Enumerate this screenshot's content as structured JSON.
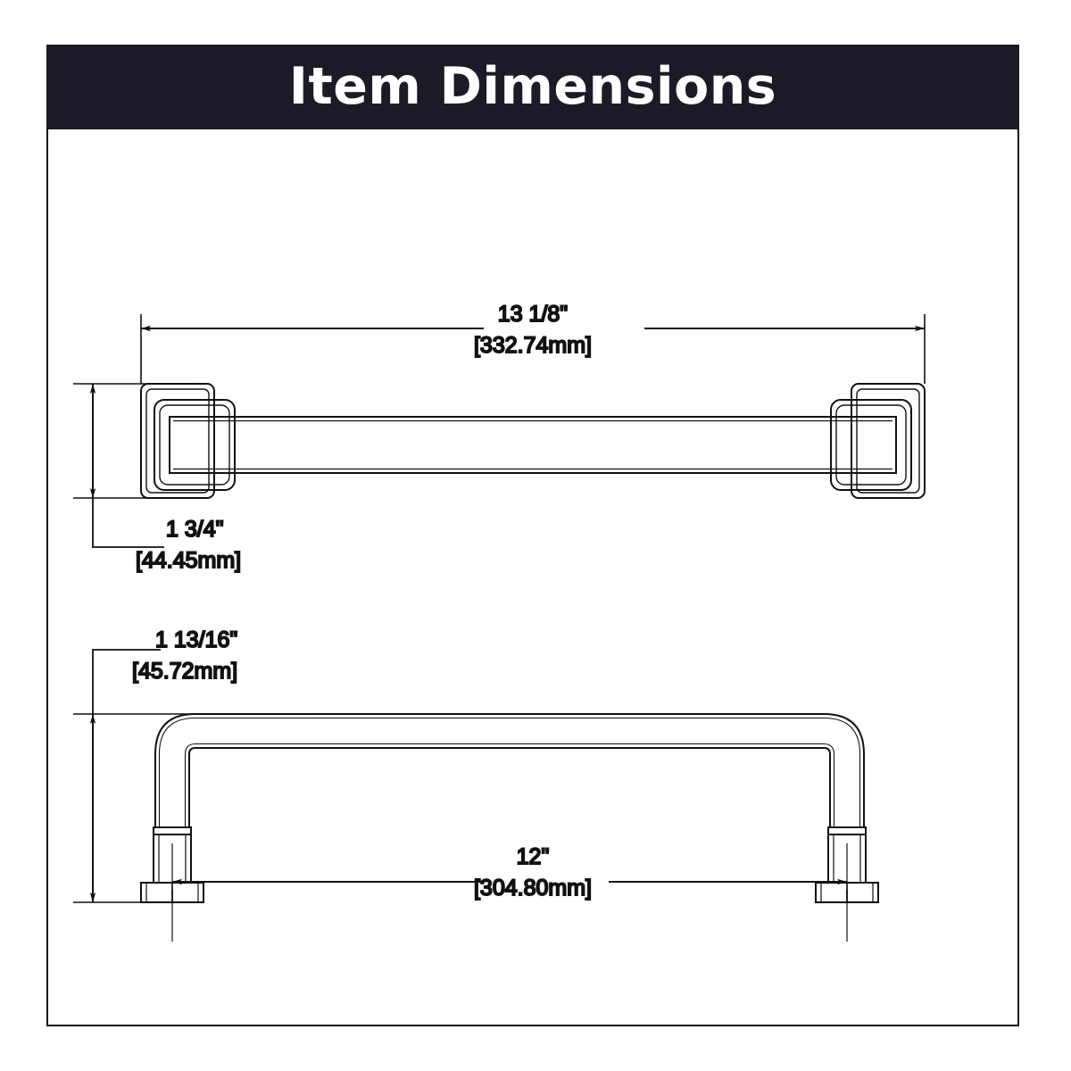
{
  "banner": {
    "title": "Item Dimensions",
    "background_color": "#1b1b27",
    "text_color": "#ffffff"
  },
  "frame": {
    "border_color": "#15151f",
    "background_color": "#ffffff"
  },
  "drawing": {
    "line_color": "#111111",
    "views": [
      {
        "name": "front-elevation-view",
        "description": "Front view of cabinet pull: rectangular end footplates with nested rounded rectangles joined by a straight horizontal bar"
      },
      {
        "name": "side-elevation-view",
        "description": "Side view of cabinet pull: curved bar bending down into cylindrical posts with round base flanges"
      }
    ]
  },
  "dimensions": {
    "overall_length": {
      "name": "overall-length-dimension",
      "inches": "13 1/8\"",
      "millimeters": "[332.74mm]",
      "view": "front-elevation-view",
      "orientation": "horizontal"
    },
    "footplate_height": {
      "name": "footplate-height-dimension",
      "inches": "1 3/4\"",
      "millimeters": "[44.45mm]",
      "view": "front-elevation-view",
      "orientation": "vertical"
    },
    "projection_height": {
      "name": "projection-height-dimension",
      "inches": "1 13/16\"",
      "millimeters": "[45.72mm]",
      "view": "side-elevation-view",
      "orientation": "vertical"
    },
    "center_to_center": {
      "name": "center-to-center-dimension",
      "inches": "12\"",
      "millimeters": "[304.80mm]",
      "view": "side-elevation-view",
      "orientation": "horizontal"
    }
  }
}
